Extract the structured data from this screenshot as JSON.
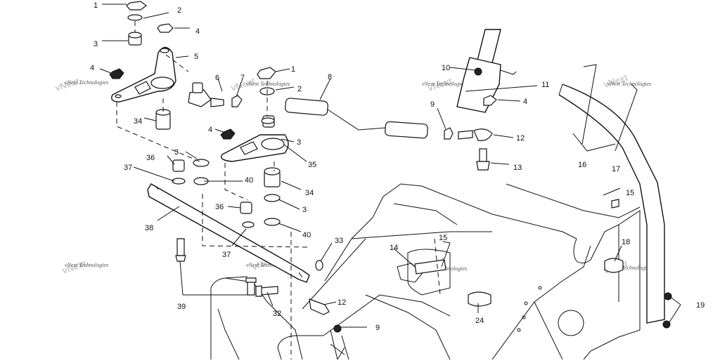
{
  "callouts": [
    "1",
    "2",
    "4",
    "3",
    "5",
    "4",
    "6",
    "7",
    "1",
    "2",
    "8",
    "34",
    "4",
    "3",
    "36",
    "3",
    "37",
    "35",
    "40",
    "34",
    "36",
    "3",
    "38",
    "37",
    "40",
    "33",
    "39",
    "32",
    "12",
    "9",
    "10",
    "11",
    "4",
    "9",
    "12",
    "13",
    "16",
    "17",
    "15",
    "14",
    "15",
    "18",
    "24",
    "19"
  ],
  "watermarks": [
    "vNext Technologies",
    "vNext Technologies",
    "vNext Technologies",
    "vNext Technologies",
    "vNext Technologies",
    "vNext Technologies",
    "vNext Technologies",
    "vNext Technologies"
  ]
}
